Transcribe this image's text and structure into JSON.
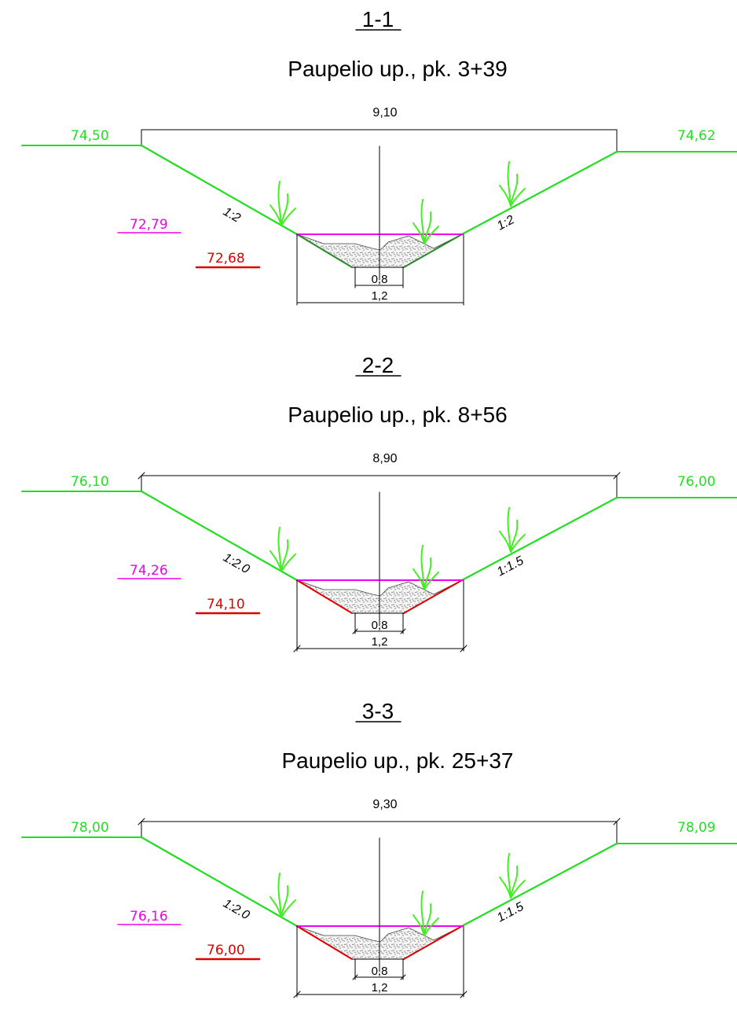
{
  "colors": {
    "ground": "#22dd22",
    "water": "#ee00ee",
    "bottom": "#dd0000",
    "grass": "#44ee22",
    "line": "#000000"
  },
  "sections": [
    {
      "id": "1-1",
      "subtitle": "Paupelio up., pk. 3+39",
      "top_width": "9,10",
      "left_ground": "74,50",
      "right_ground": "74,62",
      "water_level": "72,79",
      "bottom_level": "72,68",
      "left_slope": "1:2",
      "right_slope": "1:2",
      "bottom_width": "0,8",
      "lower_width": "1,2"
    },
    {
      "id": "2-2",
      "subtitle": "Paupelio up., pk. 8+56",
      "top_width": "8,90",
      "left_ground": "76,10",
      "right_ground": "76,00",
      "water_level": "74,26",
      "bottom_level": "74,10",
      "left_slope": "1:2.0",
      "right_slope": "1:1.5",
      "bottom_width": "0,8",
      "lower_width": "1,2"
    },
    {
      "id": "3-3",
      "subtitle": "Paupelio up., pk. 25+37",
      "top_width": "9,30",
      "left_ground": "78,00",
      "right_ground": "78,09",
      "water_level": "76,16",
      "bottom_level": "76,00",
      "left_slope": "1:2.0",
      "right_slope": "1:1.5",
      "bottom_width": "0,8",
      "lower_width": "1,2"
    }
  ]
}
